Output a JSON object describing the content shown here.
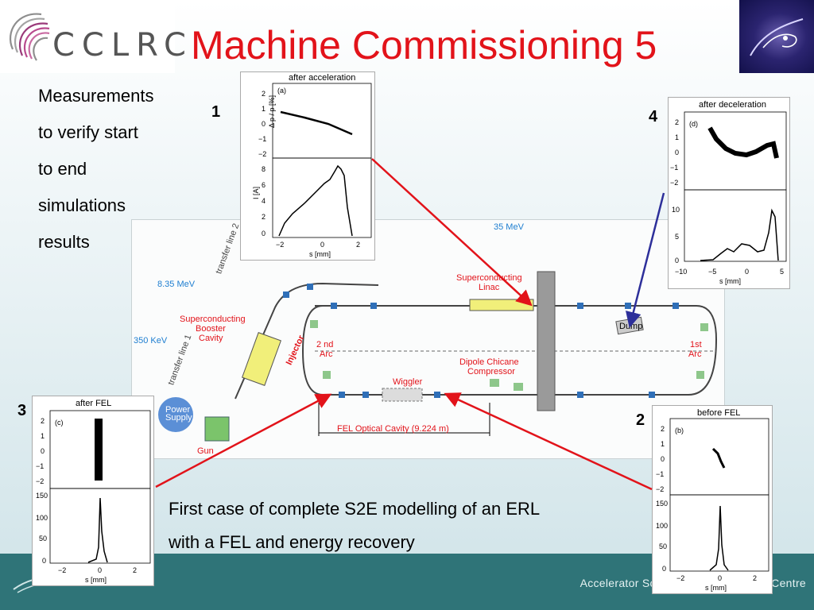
{
  "header": {
    "logo_text": "CCLRC",
    "title": "Machine Commissioning 5"
  },
  "left_text": [
    "Measurements",
    "to verify start",
    "to end",
    "simulations",
    "results"
  ],
  "caption": [
    "First case of complete S2E modelling of an ERL",
    "with a FEL and energy recovery"
  ],
  "footer": {
    "text": "Accelerator Science and Technology Centre"
  },
  "plot_numbers": {
    "p1": "1",
    "p2": "2",
    "p3": "3",
    "p4": "4"
  },
  "schematic": {
    "labels": {
      "e35": "35 MeV",
      "e835": "8.35 MeV",
      "e350": "350 KeV",
      "booster": [
        "Superconducting",
        "Booster",
        "Cavity"
      ],
      "linac": [
        "Superconducting",
        "Linac"
      ],
      "injector": "Injector",
      "arc2": [
        "2 nd",
        "Arc"
      ],
      "arc1": [
        "1st",
        "Arc"
      ],
      "chicane": [
        "Dipole Chicane",
        "Compressor"
      ],
      "wiggler": "Wiggler",
      "cavity": "FEL Optical Cavity (9.224 m)",
      "dump": "Dump",
      "gun": "Gun",
      "power": [
        "Power",
        "Supply"
      ],
      "tline1": "transfer line 1",
      "tline2": "transfer line 2"
    },
    "colors": {
      "arrow_red": "#e2131a",
      "arrow_blue": "#2d2f9a"
    }
  },
  "plots": {
    "p1": {
      "title": "after acceleration",
      "panel": "(a)",
      "ylabel_top": "Δ p / p [%]",
      "ylabel_bottom": "I [A]",
      "xlabel": "s [mm]",
      "top_yticks": [
        "2",
        "1",
        "0",
        "−1",
        "−2"
      ],
      "bottom_yticks": [
        "8",
        "6",
        "4",
        "2",
        "0"
      ],
      "xticks": [
        "−2",
        "0",
        "2"
      ]
    },
    "p2": {
      "title": "before FEL",
      "panel": "(b)",
      "xlabel": "s [mm]",
      "top_yticks": [
        "2",
        "1",
        "0",
        "−1",
        "−2"
      ],
      "bottom_yticks": [
        "150",
        "100",
        "50",
        "0"
      ],
      "xticks": [
        "−2",
        "0",
        "2"
      ]
    },
    "p3": {
      "title": "after FEL",
      "panel": "(c)",
      "xlabel": "s [mm]",
      "top_yticks": [
        "2",
        "1",
        "0",
        "−1",
        "−2"
      ],
      "bottom_yticks": [
        "150",
        "100",
        "50",
        "0"
      ],
      "xticks": [
        "−2",
        "0",
        "2"
      ]
    },
    "p4": {
      "title": "after deceleration",
      "panel": "(d)",
      "xlabel": "s [mm]",
      "top_yticks": [
        "2",
        "1",
        "0",
        "−1",
        "−2"
      ],
      "bottom_yticks": [
        "10",
        "5",
        "0"
      ],
      "xticks": [
        "−10",
        "−5",
        "0",
        "5"
      ]
    }
  }
}
